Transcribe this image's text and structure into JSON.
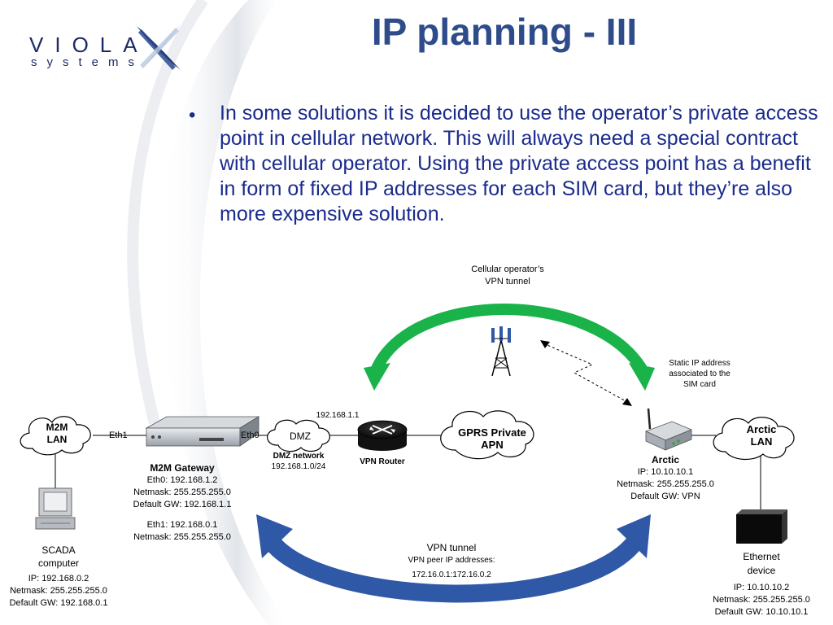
{
  "slide": {
    "title": "IP planning - III",
    "bullet": "In some solutions it is decided to use the operator’s private access point in cellular network. This will always need a special contract with cellular operator. Using the private access point has a benefit in form of fixed IP addresses for each SIM card, but they’re also more expensive solution."
  },
  "logo": {
    "word": "VIOLA",
    "sub": "systems"
  },
  "diagram": {
    "cellular_tunnel_label": [
      "Cellular operator’s",
      "VPN tunnel"
    ],
    "static_ip_label": [
      "Static IP address",
      "associated to the",
      "SIM card"
    ],
    "m2m_lan": [
      "M2M",
      "LAN"
    ],
    "eth1_label": "Eth1",
    "eth0_label": "Eth0",
    "dmz": "DMZ",
    "ip_192_168_1_1": "192.168.1.1",
    "gprs_apn": [
      "GPRS Private",
      "APN"
    ],
    "arctic_lan": [
      "Arctic",
      "LAN"
    ],
    "m2m_gateway": {
      "name": "M2M Gateway",
      "eth0_prefix": "Eth0",
      "eth0_ip": ": 192.168.1.2",
      "lines": [
        "Netmask: 255.255.255.0",
        "Default GW: 192.168.1.1",
        "",
        "Eth1: 192.168.0.1",
        "Netmask: 255.255.255.0"
      ]
    },
    "dmz_network": {
      "name": "DMZ network",
      "subnet": "192.168.1.0/24"
    },
    "vpn_router": "VPN Router",
    "arctic": {
      "name": "Arctic",
      "lines": [
        "IP: 10.10.10.1",
        "Netmask: 255.255.255.0",
        "Default GW: VPN"
      ]
    },
    "scada": {
      "name": [
        "SCADA",
        "computer"
      ],
      "lines": [
        "IP: 192.168.0.2",
        "Netmask: 255.255.255.0",
        "Default GW: 192.168.0.1"
      ]
    },
    "vpn_tunnel": {
      "name": "VPN tunnel",
      "peer_label": "VPN peer IP addresses:",
      "peer_ips": "172.16.0.1:172.16.0.2"
    },
    "ethernet_device": {
      "name": [
        "Ethernet",
        "device"
      ],
      "lines": [
        "IP: 10.10.10.2",
        "Netmask: 255.255.255.0",
        "Default GW: 10.10.10.1"
      ]
    },
    "colors": {
      "green_arrow": "#19b34a",
      "blue_arrow": "#2f58a6",
      "title": "#2e4b8a",
      "text": "#1a2b8c"
    }
  }
}
